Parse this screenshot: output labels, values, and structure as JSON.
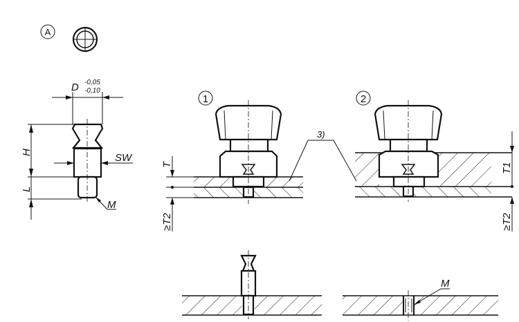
{
  "labels": {
    "detail": "A",
    "variant1": "1",
    "variant2": "2",
    "D": "D",
    "tol_upper": "-0,05",
    "tol_lower": "-0,10",
    "H": "H",
    "L": "L",
    "SW": "SW",
    "M": "M",
    "T": "T",
    "T1": "T1",
    "T2": "≥T2",
    "note3": "3)",
    "M_bottom": "M"
  },
  "colors": {
    "line": "#111111",
    "background": "#ffffff"
  }
}
